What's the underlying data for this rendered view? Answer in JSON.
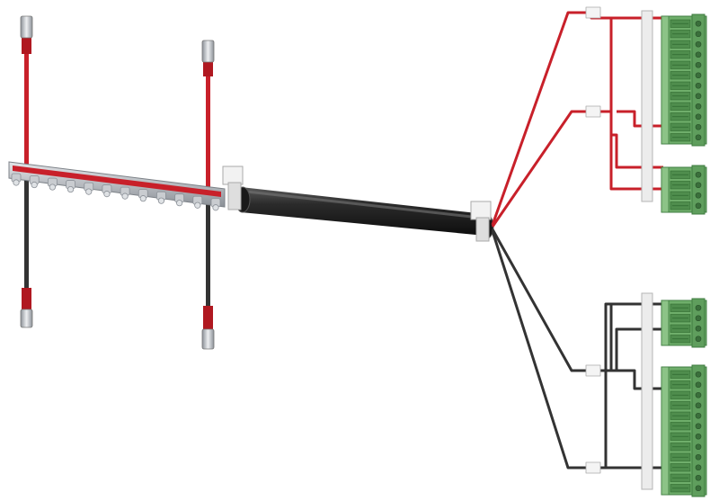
{
  "colors": {
    "background": "#ffffff",
    "red_wire": "#c8202a",
    "red_wire_dark": "#8e1218",
    "black_wire": "#3a3a3a",
    "black_wire_dark": "#1e1e1e",
    "cable_sheath": "#2b2b2b",
    "metal": "#c9ccd0",
    "metal_dark": "#8b9097",
    "terminal_green": "#6fae6b",
    "terminal_green_dark": "#3f7c40",
    "holder_white": "#ececec"
  },
  "components": {
    "busbar_comb": {
      "pin_count": 12
    },
    "connector_top_large": {
      "terminal_count": 12
    },
    "connector_top_small": {
      "terminal_count": 4
    },
    "connector_bottom_small": {
      "terminal_count": 4
    },
    "connector_bottom_large": {
      "terminal_count": 12
    }
  }
}
